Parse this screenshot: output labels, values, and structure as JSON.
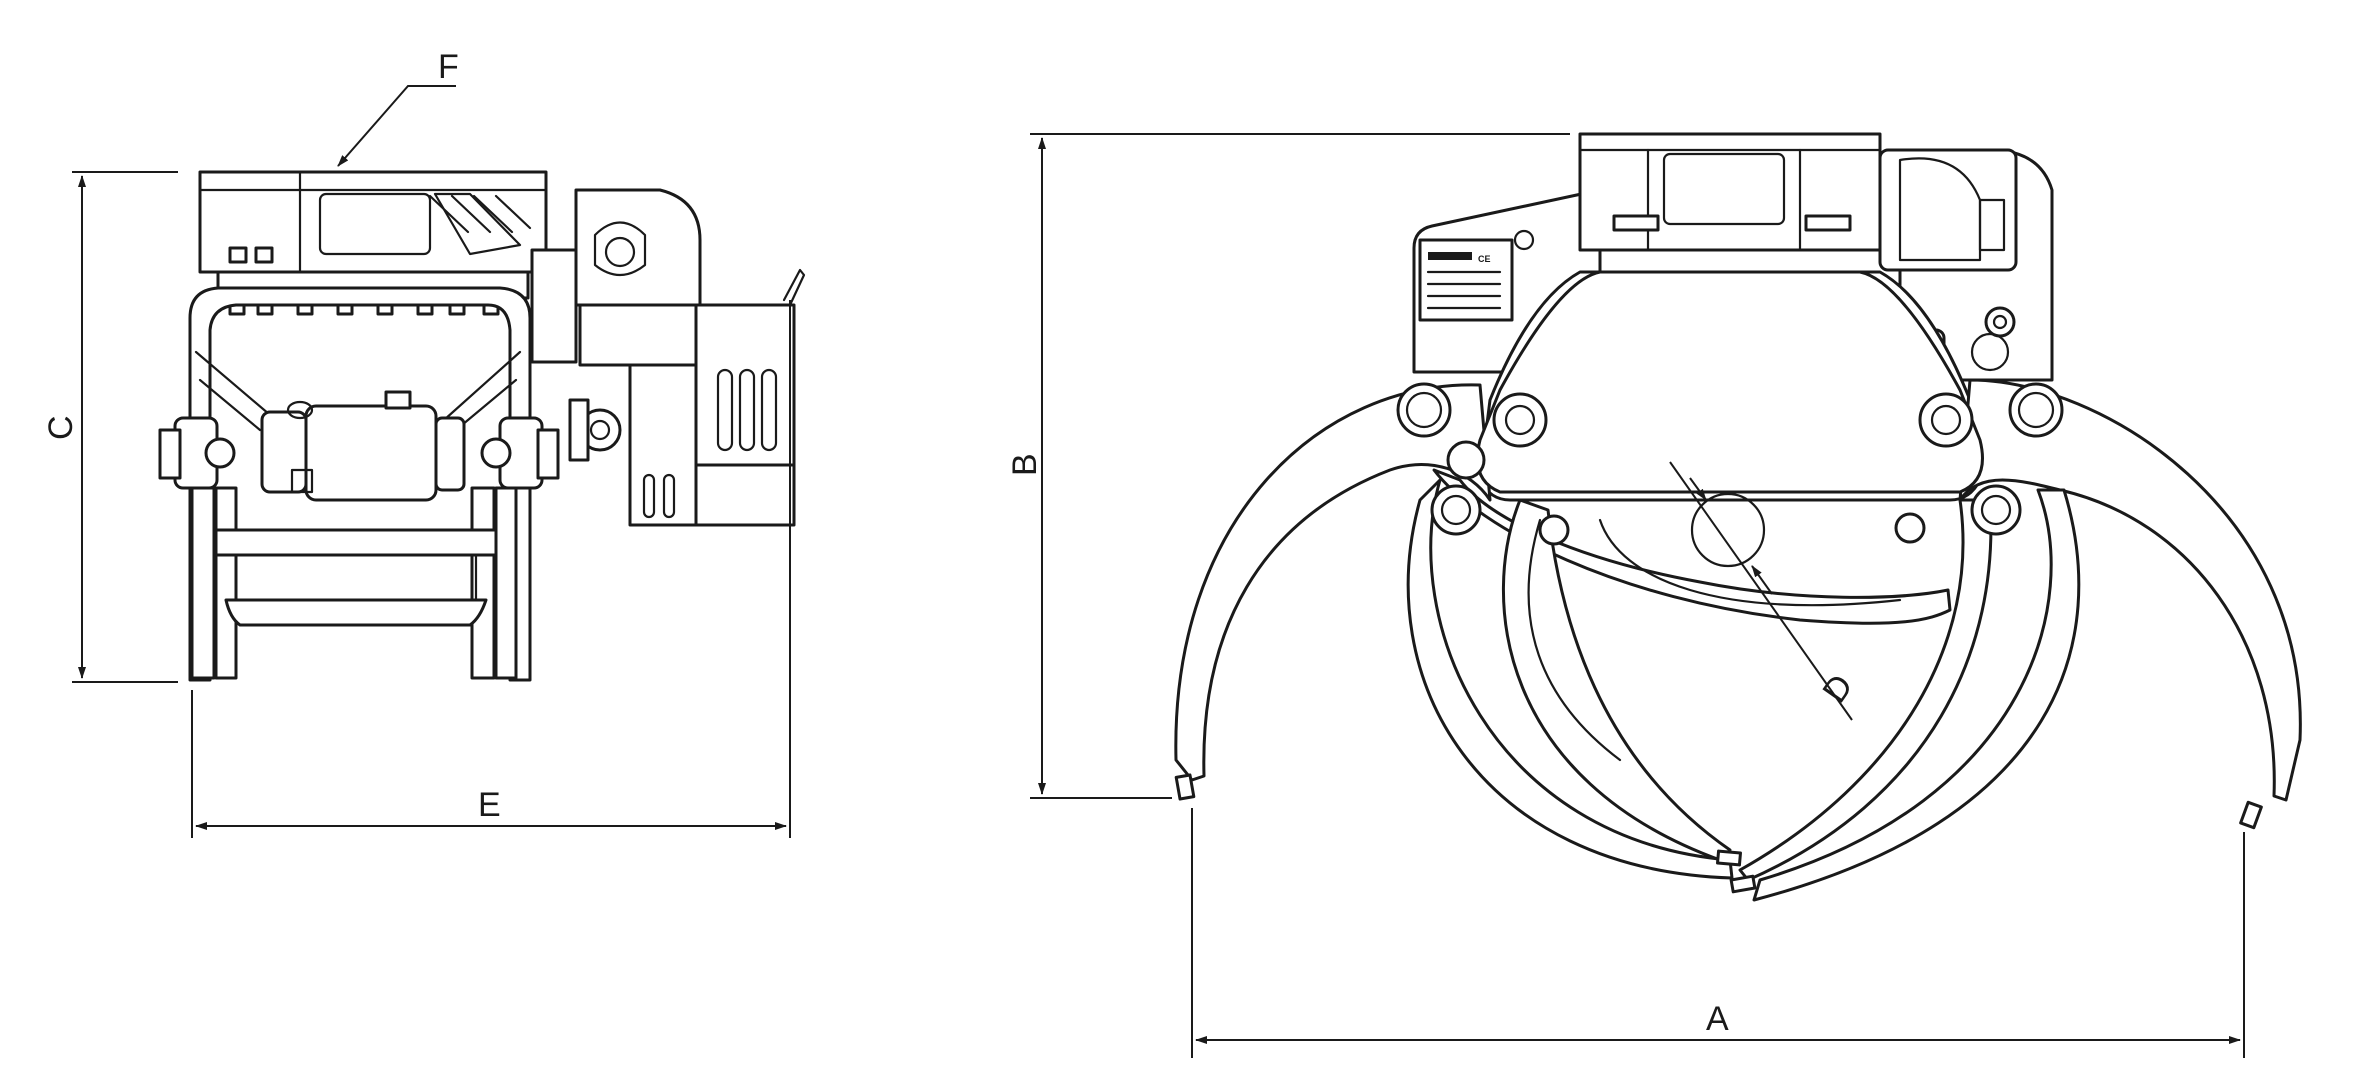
{
  "labels": {
    "a": "A",
    "b": "B",
    "c": "C",
    "d": "D",
    "e": "E",
    "f": "F"
  },
  "plate": {
    "ce_mark": "CE"
  },
  "colors": {
    "line": "#1a1a1a",
    "background": "#ffffff"
  }
}
